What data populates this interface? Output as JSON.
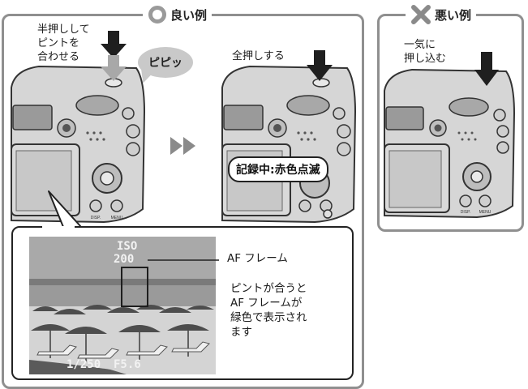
{
  "good_panel": {
    "title": "良い例",
    "half_press_caption": "半押しして\nピントを\n合わせる",
    "beep_bubble": "ピピッ",
    "full_press_caption": "全押しする",
    "recording_label": "記録中:赤色点滅"
  },
  "bad_panel": {
    "title": "悪い例",
    "caption": "一気に\n押し込む"
  },
  "inset": {
    "af_frame_label": "AF フレーム",
    "af_note": "ピントが合うと\nAF フレームが\n緑色で表示され\nます",
    "iso_label": "ISO",
    "iso_value": "200",
    "shutter_value": "1/250",
    "aperture_value": "F5.6"
  },
  "camera_buttons": {
    "disp": "DISP.",
    "menu": "MENU"
  },
  "colors": {
    "frame": "#8f8f8f",
    "good_mark": "#9a9a9a",
    "bad_mark": "#8a8a8a",
    "arrow": "#1f1f1f"
  }
}
